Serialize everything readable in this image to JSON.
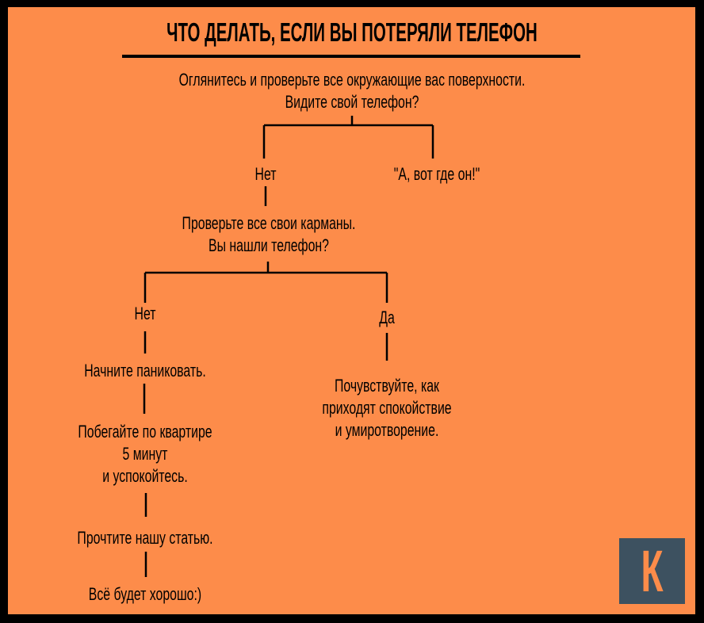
{
  "title": "ЧТО ДЕЛАТЬ, ЕСЛИ ВЫ ПОТЕРЯЛИ ТЕЛЕФОН",
  "nodes": {
    "q1_line1": "Оглянитесь и проверьте все окружающие вас поверхности.",
    "q1_line2": "Видите свой телефон?",
    "no1": "Нет",
    "yes1": "\"А, вот где он!\"",
    "q2_line1": "Проверьте все свои карманы.",
    "q2_line2": "Вы нашли телефон?",
    "no2": "Нет",
    "yes2": "Да",
    "panic": "Начните паниковать.",
    "calm_line1": "Почувствуйте, как",
    "calm_line2": "приходят спокойствие",
    "calm_line3": "и умиротворение.",
    "run_line1": "Побегайте по квартире",
    "run_line2": "5 минут",
    "run_line3": "и успокойтесь.",
    "read": "Прочтите нашу статью.",
    "end": "Всё будет хорошо:)"
  },
  "logo": {
    "letter": "К"
  },
  "colors": {
    "background": "#fd8c4a",
    "border": "#000000",
    "logo_bg": "#3d5160"
  }
}
